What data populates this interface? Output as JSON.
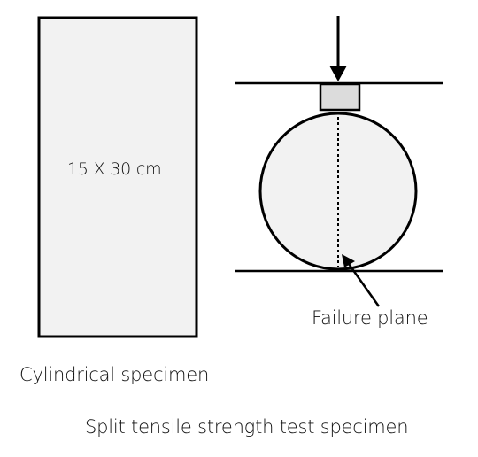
{
  "cylinder": {
    "dimension_label": "15 X 30 cm",
    "caption": "Cylindrical specimen"
  },
  "split_test": {
    "failure_label": "Failure plane",
    "caption": "Split tensile strength test specimen"
  },
  "colors": {
    "stroke": "#000000",
    "specimen_fill": "#f2f2f2",
    "bearing_fill": "#dcdcdc",
    "text": "#111111"
  }
}
